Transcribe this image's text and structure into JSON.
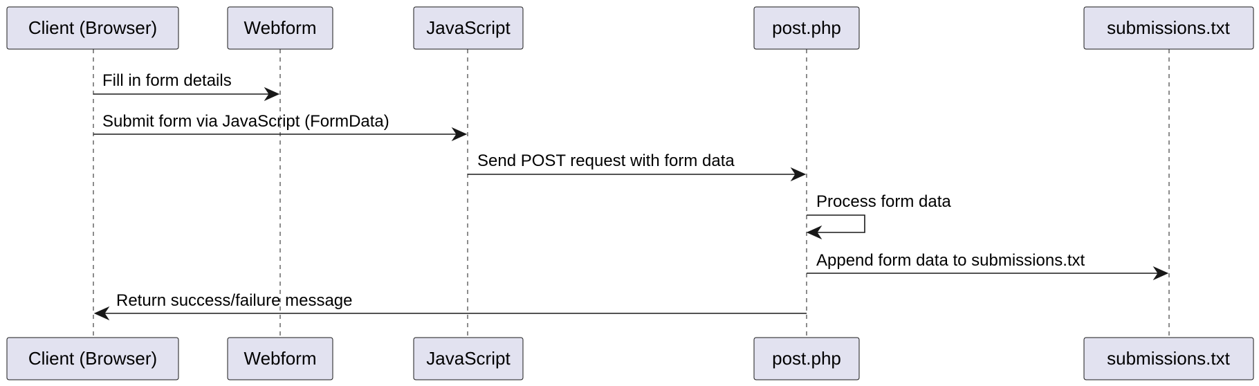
{
  "participants": [
    {
      "id": "client",
      "label": "Client (Browser)"
    },
    {
      "id": "webform",
      "label": "Webform"
    },
    {
      "id": "javascript",
      "label": "JavaScript"
    },
    {
      "id": "postphp",
      "label": "post.php"
    },
    {
      "id": "submissions",
      "label": "submissions.txt"
    }
  ],
  "messages": [
    {
      "from": "client",
      "to": "webform",
      "label": "Fill in form details"
    },
    {
      "from": "client",
      "to": "javascript",
      "label": "Submit form via JavaScript (FormData)"
    },
    {
      "from": "javascript",
      "to": "postphp",
      "label": "Send POST request with form data"
    },
    {
      "from": "postphp",
      "to": "postphp",
      "label": "Process form data"
    },
    {
      "from": "postphp",
      "to": "submissions",
      "label": "Append form data to submissions.txt"
    },
    {
      "from": "postphp",
      "to": "client",
      "label": "Return success/failure message"
    }
  ],
  "colors": {
    "participant_fill": "#e2e2f0",
    "stroke": "#181818",
    "text": "#000000"
  }
}
